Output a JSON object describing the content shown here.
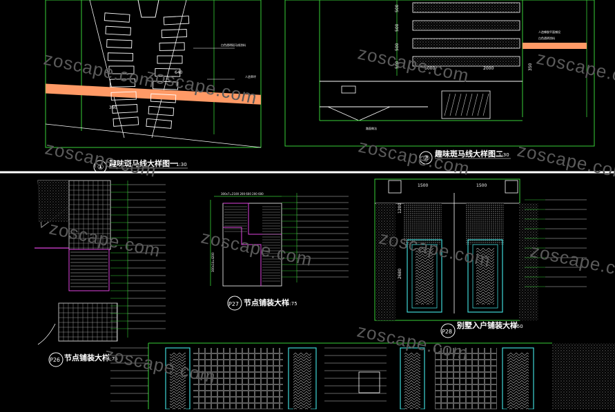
{
  "colors": {
    "background": "#000000",
    "green": "#37d137",
    "cyan": "#3fd8d8",
    "white": "#ffffff",
    "magenta": "#e043e0",
    "orange": "#ff9a66",
    "grey": "#9a9a9a",
    "divider": "#ffffff"
  },
  "watermark": "zoscape.com",
  "panels": {
    "zebra1": {
      "title": "趣味斑马线大样图一",
      "scale": "1:30",
      "number": "①",
      "dim_640": "640",
      "dim_360": "360"
    },
    "zebra2": {
      "title": "趣味斑马线大样图二",
      "scale": "1:30",
      "number": "②",
      "dims": [
        "500",
        "500",
        "500",
        "500"
      ],
      "dim_bottom_left": "5000",
      "dim_bottom_right": "2000",
      "dim_right": "350"
    },
    "p26": {
      "title": "节点铺装大样",
      "scale": "1:75",
      "tag": "P26"
    },
    "p27": {
      "title": "节点铺装大样",
      "scale": "1:75",
      "tag": "P27",
      "dim_top": "300x7=2100 200 600 200 600",
      "dim_side": "300x14=4200"
    },
    "p28": {
      "title": "别墅入户铺装大样",
      "scale": "1:50",
      "tag": "P28",
      "dims_top": [
        "1500",
        "1500"
      ],
      "dim_side_1": "1200",
      "dim_side_2": "2680"
    }
  }
}
